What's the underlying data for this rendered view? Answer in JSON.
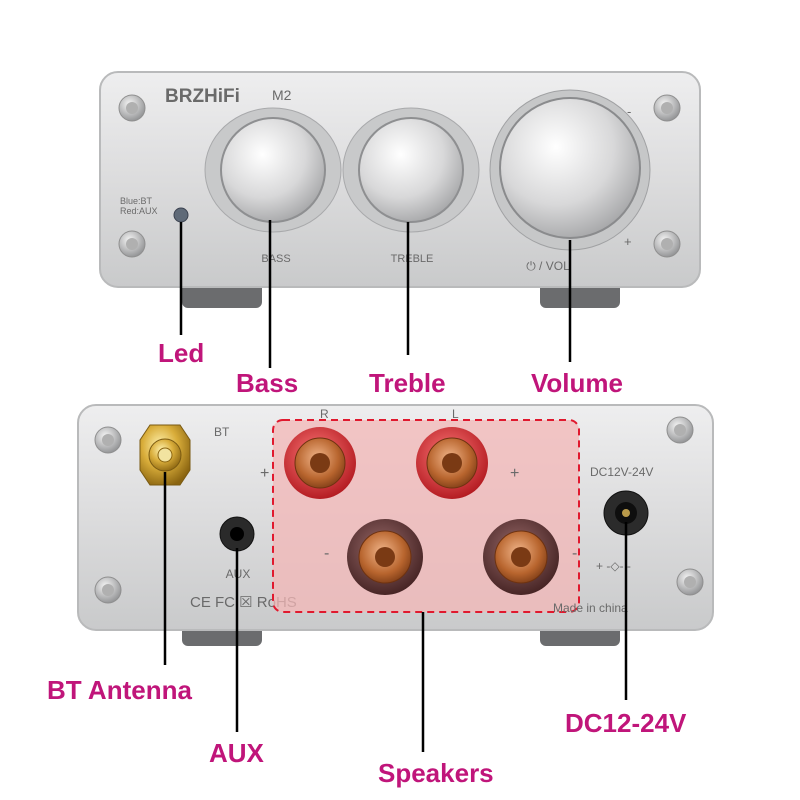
{
  "front_panel": {
    "brand": "BRZHiFi",
    "model": "M2",
    "led_legend_line1": "Blue:BT",
    "led_legend_line2": "Red:AUX",
    "bass_label": "BASS",
    "treble_label": "TREBLE",
    "volume_label": "⏻ / VOL",
    "volume_minus": "-",
    "volume_plus": "+"
  },
  "rear_panel": {
    "bt_label": "BT",
    "aux_label": "AUX",
    "right_channel": "R",
    "left_channel": "L",
    "plus": "+",
    "minus": "-",
    "dc_label": "DC12V-24V",
    "polarity": "+ -◇- -",
    "certifications": "CE FC ☒ RoHS",
    "made_in": "Made in china"
  },
  "callouts": {
    "led": "Led",
    "bass": "Bass",
    "treble": "Treble",
    "volume": "Volume",
    "bt_antenna": "BT Antenna",
    "aux": "AUX",
    "speakers": "Speakers",
    "dc": "DC12-24V"
  },
  "colors": {
    "callout_text": "#c0157a",
    "speaker_region_fill": "#f3b7b7",
    "speaker_region_border": "#e0192e",
    "chassis": "#d9dadb"
  }
}
